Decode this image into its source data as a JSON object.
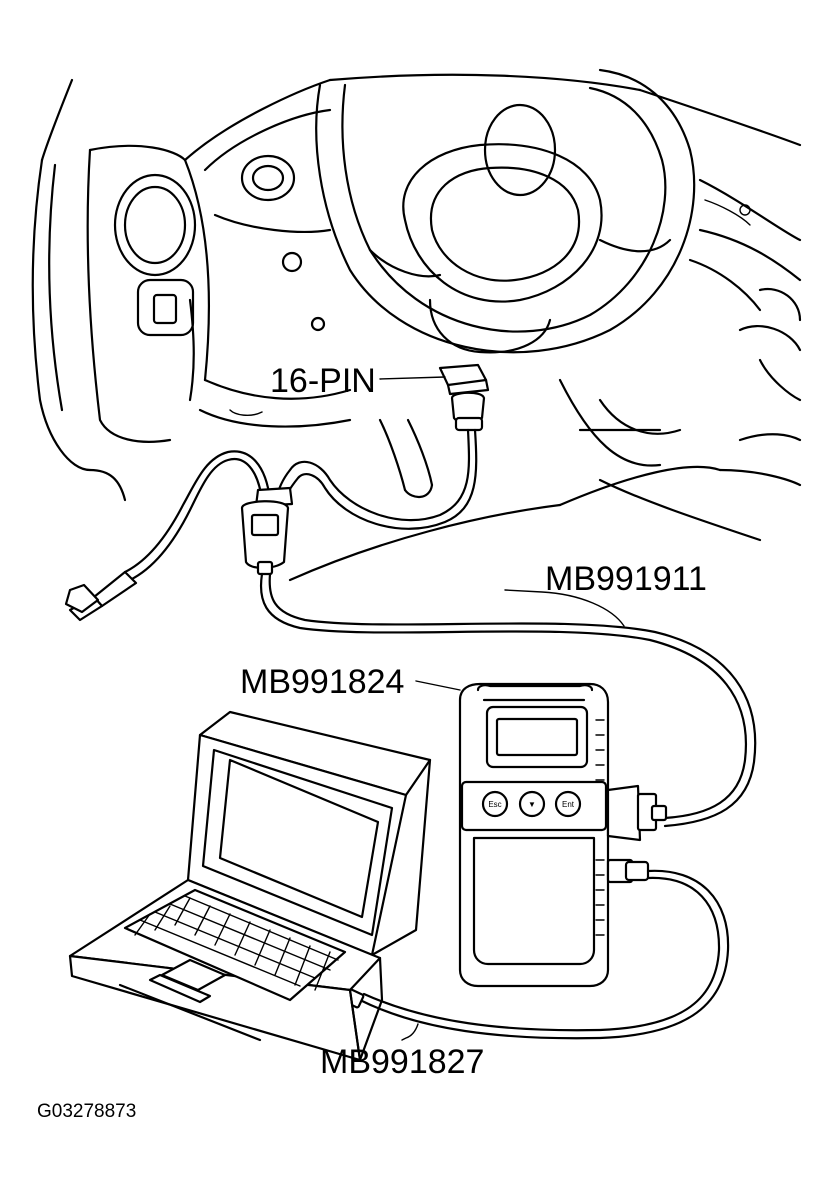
{
  "labels": {
    "connector": "16-PIN",
    "cable_main": "MB991911",
    "interface_unit": "MB991824",
    "usb_cable": "MB991827"
  },
  "device_buttons": [
    "Esc",
    "▼",
    "Ent"
  ],
  "figure_code": "G03278873"
}
